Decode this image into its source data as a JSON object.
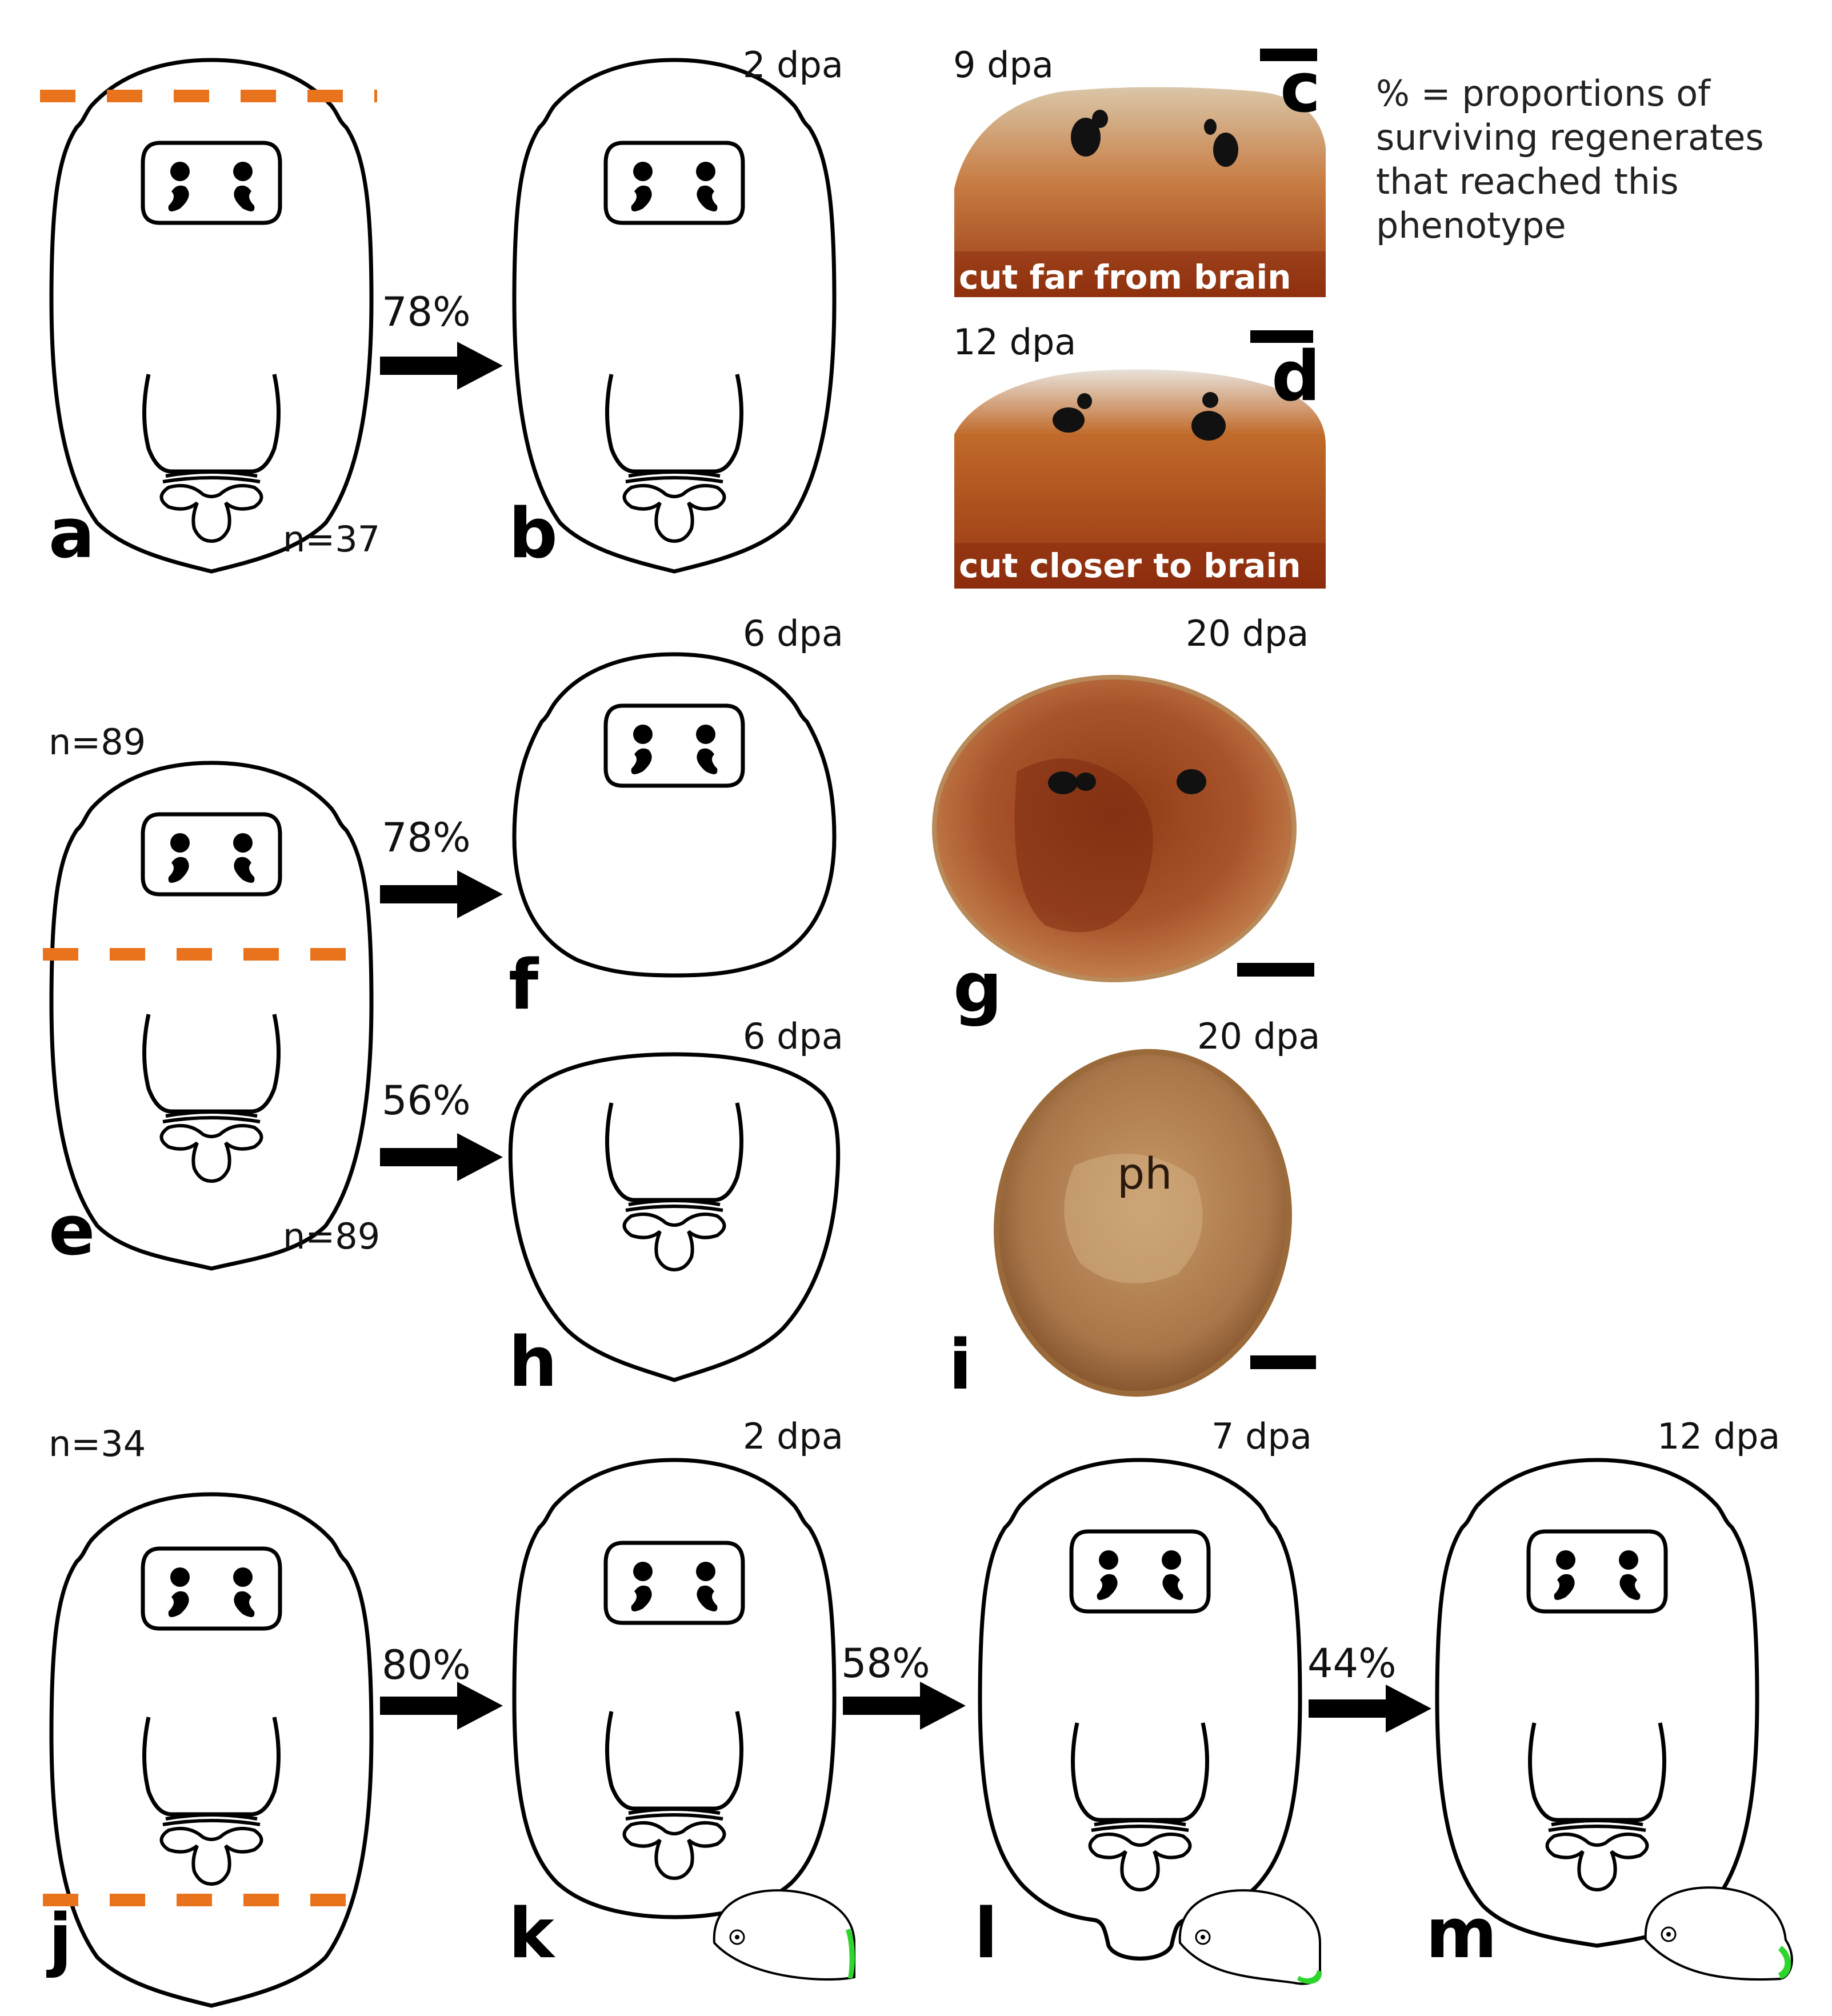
{
  "legend_note": [
    "% = proportions of",
    "surviving regenerates",
    "that reached this",
    "phenotype"
  ],
  "colors": {
    "cut_line": "#e8731c",
    "outline": "#000000",
    "photo_tissue": "#a9532a",
    "green_tip": "#2dd62d"
  },
  "rows": {
    "top": {
      "n": "n=37",
      "panels": {
        "a": "a",
        "b": "b",
        "c": "c",
        "d": "d"
      },
      "times": {
        "b": "2 dpa",
        "c": "9 dpa",
        "d": "12 dpa"
      },
      "percent_ab": "78%",
      "photo_captions": {
        "c": "cut far from brain",
        "d": "cut closer to brain"
      }
    },
    "middle": {
      "n_top": "n=89",
      "n_bottom": "n=89",
      "panels": {
        "e": "e",
        "f": "f",
        "g": "g",
        "h": "h",
        "i": "i"
      },
      "times": {
        "f": "6 dpa",
        "g": "20 dpa",
        "h": "6 dpa",
        "i": "20 dpa"
      },
      "percent_ef": "78%",
      "percent_eh": "56%",
      "ph_label": "ph"
    },
    "bottom": {
      "n": "n=34",
      "panels": {
        "j": "j",
        "k": "k",
        "l": "l",
        "m": "m"
      },
      "times": {
        "k": "2 dpa",
        "l": "7 dpa",
        "m": "12 dpa"
      },
      "percents": {
        "jk": "80%",
        "kl": "58%",
        "lm": "44%"
      }
    }
  }
}
